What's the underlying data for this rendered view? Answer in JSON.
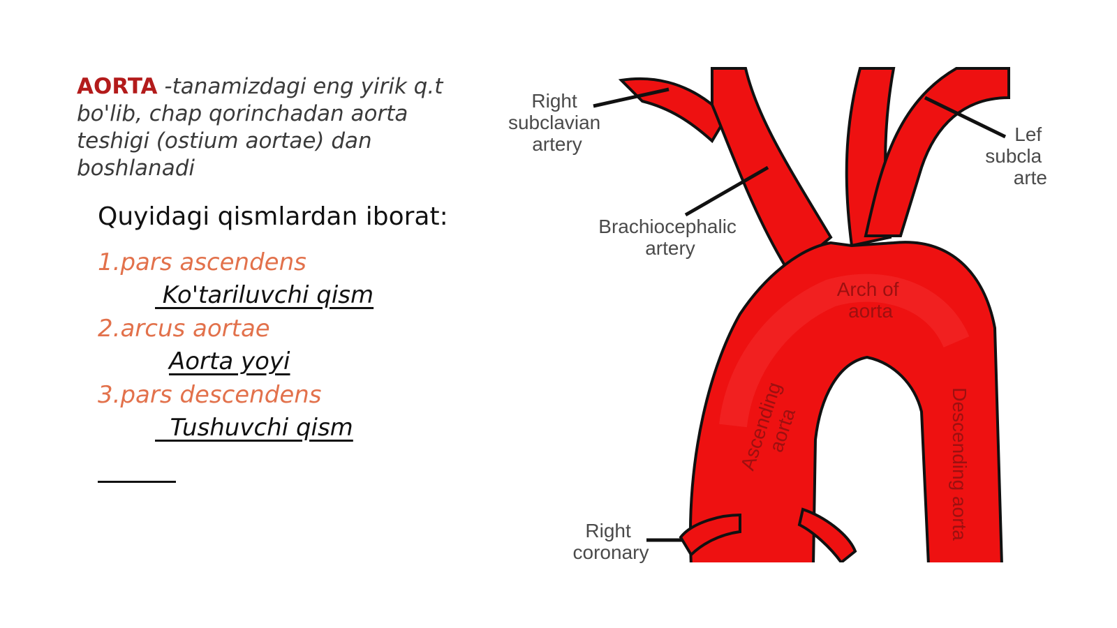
{
  "intro": {
    "term": "AORTA",
    "definition": " -tanamizdagi eng yirik q.t bo'lib, chap qorinchadan aorta teshigi (ostium aortae) dan boshlanadi"
  },
  "subtitle": "Quyidagi qismlardan iborat:",
  "parts": [
    {
      "latin": "1.pars ascendens",
      "uzbek": " Ko'tariluvchi qism"
    },
    {
      "latin": "2.arcus aortae",
      "uzbek": "Aorta yoyi"
    },
    {
      "latin": "3.pars descendens",
      "uzbek": "  Tushuvchi qism"
    }
  ],
  "diagram": {
    "labels": {
      "right_subclavian": [
        "Right",
        "subclavian",
        "artery"
      ],
      "left_subclavian": [
        "Lef",
        "subcla",
        "arte"
      ],
      "brachiocephalic": [
        "Brachiocephalic",
        "artery"
      ],
      "arch": [
        "Arch of",
        "aorta"
      ],
      "ascending": [
        "Ascending",
        "aorta"
      ],
      "descending": "Descending aorta",
      "right_coronary": [
        "Right",
        "coronary"
      ]
    },
    "colors": {
      "vessel": "#ee1111",
      "outline": "#111111",
      "label_inside": "#9c1010"
    }
  }
}
